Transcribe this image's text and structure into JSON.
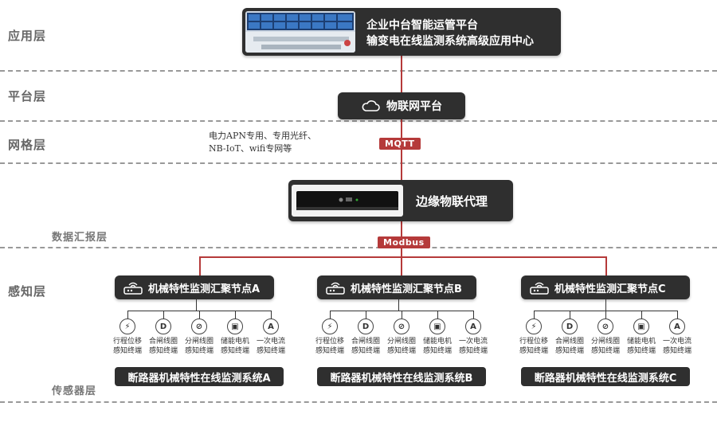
{
  "layers": {
    "application": "应用层",
    "platform": "平台层",
    "network": "网格层",
    "data_aggregation": "数据汇报层",
    "perception": "感知层",
    "sensor": "传感器层"
  },
  "top_box": {
    "line1": "企业中台智能运管平台",
    "line2": "输变电在线监测系统高级应用中心"
  },
  "iot_platform": {
    "label": "物联网平台"
  },
  "network_note": {
    "line1": "电力APN专用、专用光纤、",
    "line2": "NB-IoT、wifi专网等"
  },
  "protocols": {
    "mqtt": "MQTT",
    "modbus": "Modbus"
  },
  "edge_proxy": {
    "label": "边缘物联代理"
  },
  "nodes": [
    {
      "label": "机械特性监测汇聚节点A",
      "system": "断路器机械特性在线监测系统A",
      "sensors": [
        {
          "icon": "lightning-icon",
          "glyph": "⚡",
          "line1": "行程位移",
          "line2": "感知终端"
        },
        {
          "icon": "coil-icon",
          "glyph": "D",
          "line1": "合闸线圈",
          "line2": "感知终端"
        },
        {
          "icon": "link-icon",
          "glyph": "⊘",
          "line1": "分闸线圈",
          "line2": "感知终端"
        },
        {
          "icon": "motor-icon",
          "glyph": "▣",
          "line1": "储能电机",
          "line2": "感知终端"
        },
        {
          "icon": "ammeter-icon",
          "glyph": "A",
          "line1": "一次电流",
          "line2": "感知终端"
        }
      ]
    },
    {
      "label": "机械特性监测汇聚节点B",
      "system": "断路器机械特性在线监测系统B",
      "sensors": [
        {
          "icon": "lightning-icon",
          "glyph": "⚡",
          "line1": "行程位移",
          "line2": "感知终端"
        },
        {
          "icon": "coil-icon",
          "glyph": "D",
          "line1": "合闸线圈",
          "line2": "感知终端"
        },
        {
          "icon": "link-icon",
          "glyph": "⊘",
          "line1": "分闸线圈",
          "line2": "感知终端"
        },
        {
          "icon": "motor-icon",
          "glyph": "▣",
          "line1": "储能电机",
          "line2": "感知终端"
        },
        {
          "icon": "ammeter-icon",
          "glyph": "A",
          "line1": "一次电流",
          "line2": "感知终端"
        }
      ]
    },
    {
      "label": "机械特性监测汇聚节点C",
      "system": "断路器机械特性在线监测系统C",
      "sensors": [
        {
          "icon": "lightning-icon",
          "glyph": "⚡",
          "line1": "行程位移",
          "line2": "感知终端"
        },
        {
          "icon": "coil-icon",
          "glyph": "D",
          "line1": "合闸线圈",
          "line2": "感知终端"
        },
        {
          "icon": "link-icon",
          "glyph": "⊘",
          "line1": "分闸线圈",
          "line2": "感知终端"
        },
        {
          "icon": "motor-icon",
          "glyph": "▣",
          "line1": "储能电机",
          "line2": "感知终端"
        },
        {
          "icon": "ammeter-icon",
          "glyph": "A",
          "line1": "一次电流",
          "line2": "感知终端"
        }
      ]
    }
  ],
  "colors": {
    "accent": "#b53a3a",
    "box": "#2f2f2f"
  }
}
